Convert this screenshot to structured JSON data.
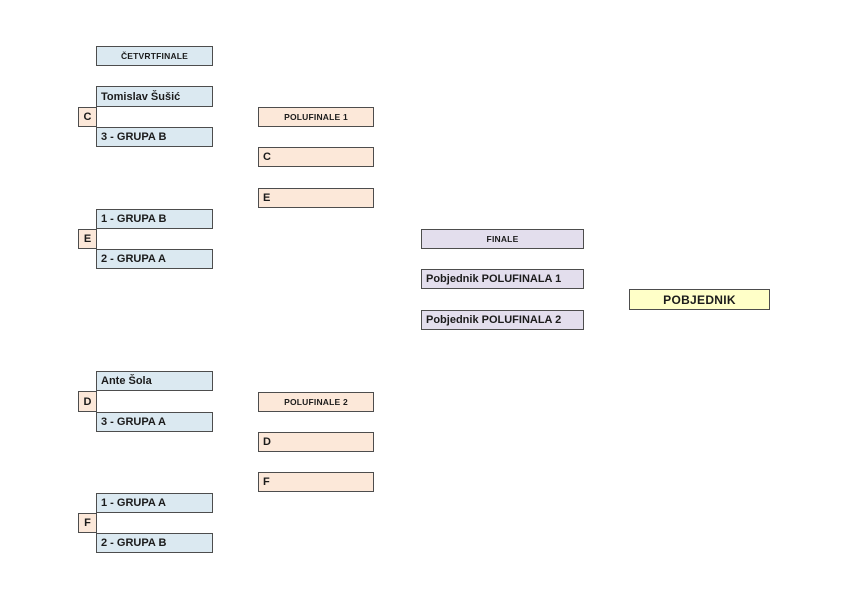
{
  "headers": {
    "quarterfinal": "ČETVRTFINALE",
    "semifinal1": "POLUFINALE 1",
    "semifinal2": "POLUFINALE 2",
    "final": "FINALE"
  },
  "quarterfinals": [
    {
      "id": "C",
      "top": "Tomislav Šušić",
      "bottom": "3 - GRUPA B"
    },
    {
      "id": "E",
      "top": "1 - GRUPA B",
      "bottom": "2 - GRUPA A"
    },
    {
      "id": "D",
      "top": "Ante Šola",
      "bottom": "3 - GRUPA A"
    },
    {
      "id": "F",
      "top": "1 - GRUPA A",
      "bottom": "2 - GRUPA B"
    }
  ],
  "semifinal1_slots": [
    "C",
    "E"
  ],
  "semifinal2_slots": [
    "D",
    "F"
  ],
  "final_slots": [
    "Pobjednik POLUFINALA 1",
    "Pobjednik POLUFINALA 2"
  ],
  "winner": "POBJEDNIK",
  "colors": {
    "quarterfinal_fill": "#dbe9f1",
    "semifinal_fill": "#fce8d9",
    "final_fill": "#e3deed",
    "winner_fill": "#ffffc8",
    "border": "#4d4d4d",
    "text": "#1b1b1b",
    "background": "#ffffff"
  }
}
